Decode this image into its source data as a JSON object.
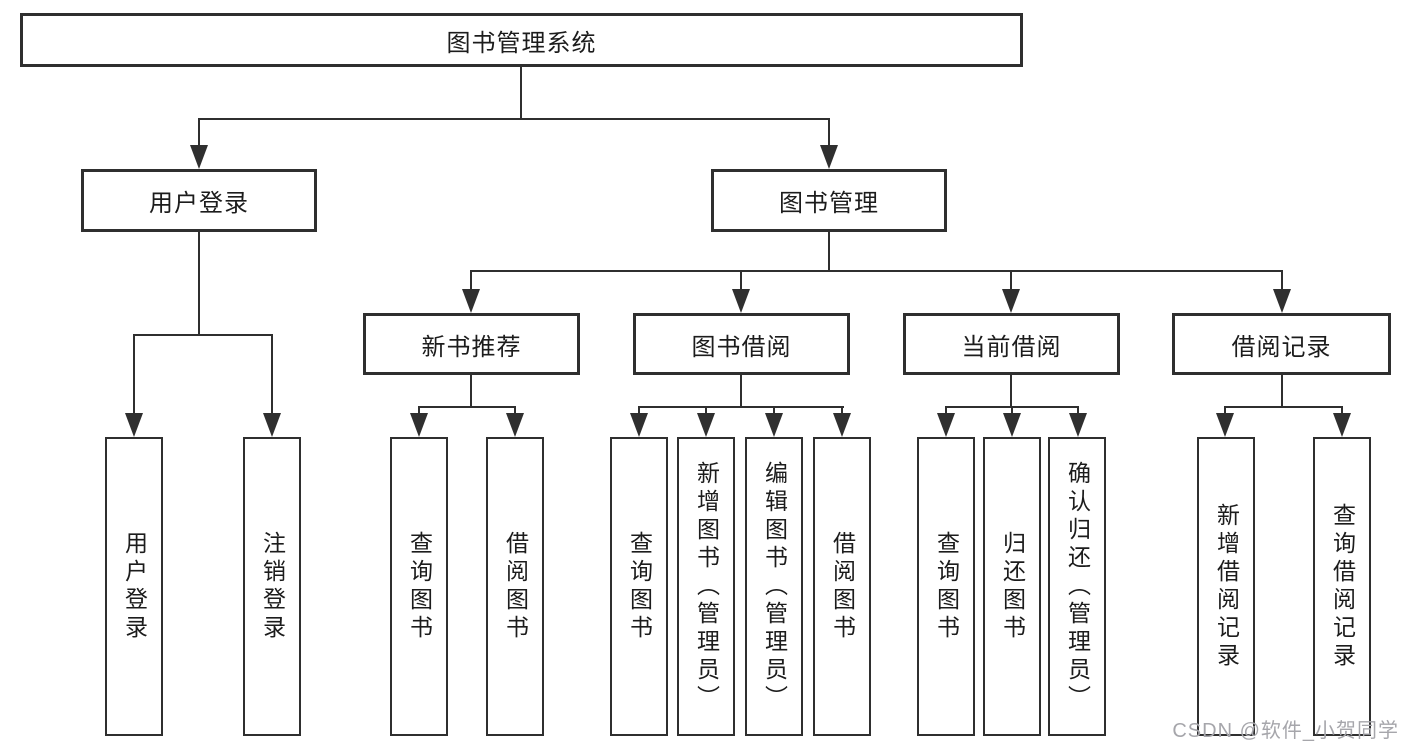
{
  "root_label": "图书管理系统",
  "level2": [
    "用户登录",
    "图书管理"
  ],
  "level3": [
    "新书推荐",
    "图书借阅",
    "当前借阅",
    "借阅记录"
  ],
  "leaves": {
    "user_login": [
      "用户登录",
      "注销登录"
    ],
    "new_books": [
      "查询图书",
      "借阅图书"
    ],
    "book_borrow": [
      "查询图书",
      "新增图书（管理员）",
      "编辑图书（管理员）",
      "借阅图书"
    ],
    "current_borrow": [
      "查询图书",
      "归还图书",
      "确认归还（管理员）"
    ],
    "borrow_records": [
      "新增借阅记录",
      "查询借阅记录"
    ]
  },
  "watermark": "CSDN @软件_小贺同学",
  "colors": {
    "line": "#2f2f2f",
    "text": "#1c1c1c",
    "watermark": "#a6a6ab",
    "background": "#ffffff"
  }
}
